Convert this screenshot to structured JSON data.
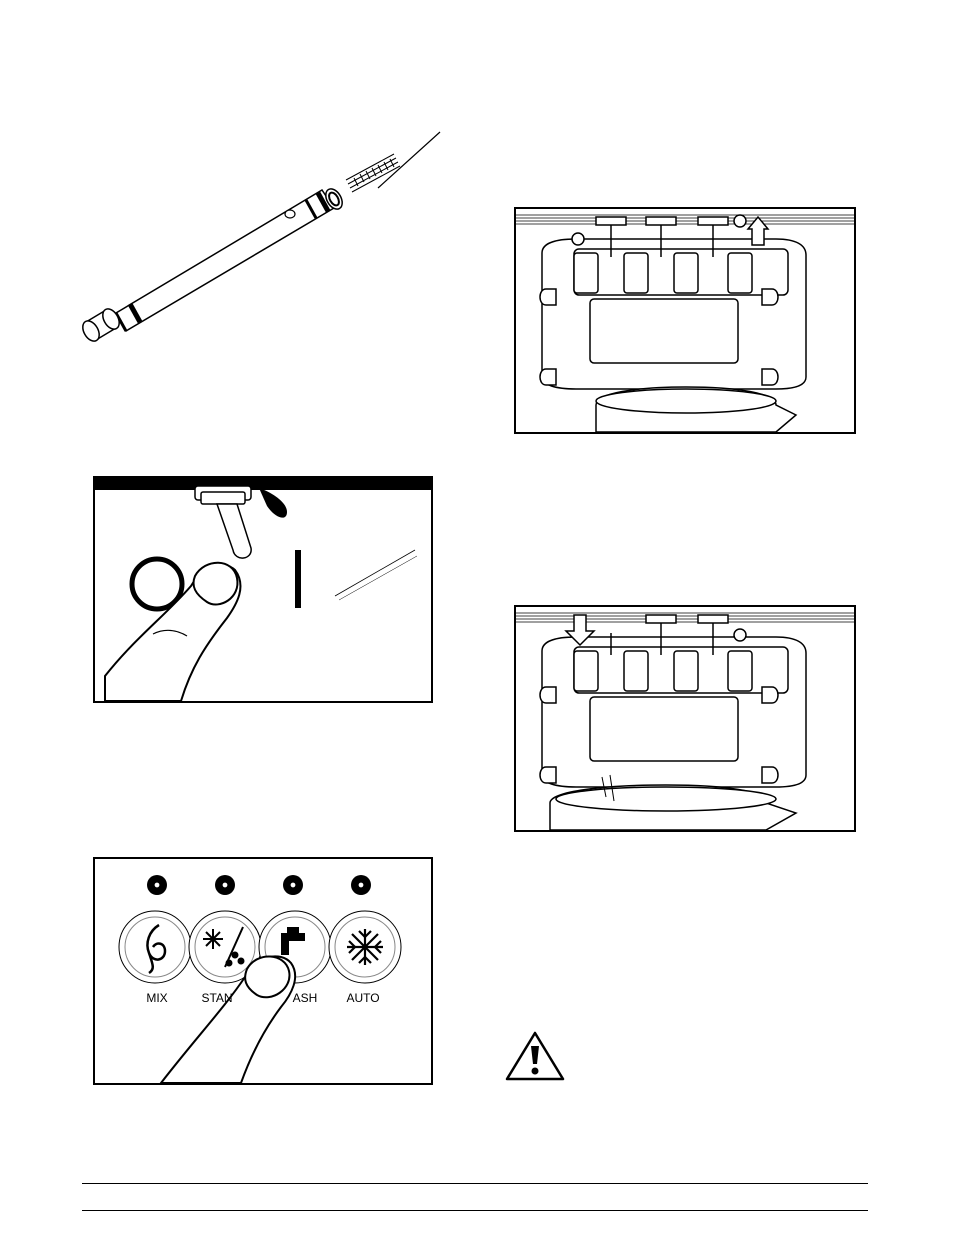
{
  "control_panel": {
    "buttons": [
      {
        "label": "MIX",
        "icon": "swirl-icon"
      },
      {
        "label": "STANDBY",
        "icon": "snowflake-drops-icon"
      },
      {
        "label": "WASH",
        "icon": "faucet-icon"
      },
      {
        "label": "AUTO",
        "icon": "snowflake-icon"
      }
    ],
    "visible_labels": [
      "MIX",
      "STAN",
      "ASH",
      "AUTO"
    ]
  },
  "switch": {
    "off_symbol": "O",
    "on_symbol": "I"
  },
  "colors": {
    "ink": "#000000",
    "paper": "#ffffff"
  }
}
